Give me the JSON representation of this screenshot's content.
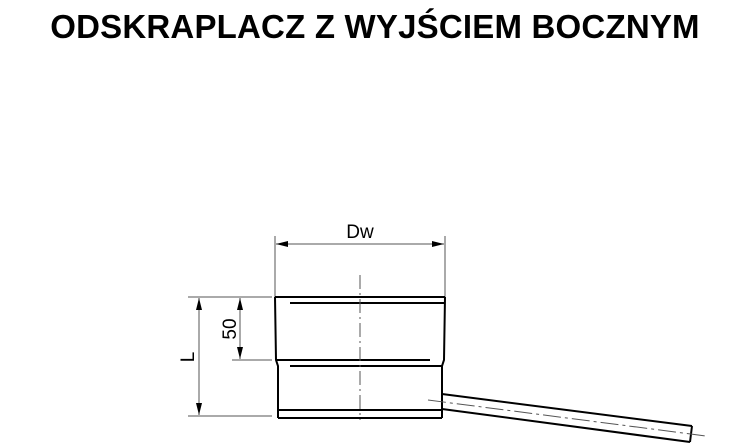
{
  "title": "ODSKRAPLACZ Z WYJŚCIEM BOCZNYM",
  "dimensions": {
    "diameter_label": "Dw",
    "socket_label": "50",
    "length_label": "L"
  },
  "colors": {
    "line": "#000000",
    "thin_line": "#555555",
    "background": "#ffffff"
  }
}
